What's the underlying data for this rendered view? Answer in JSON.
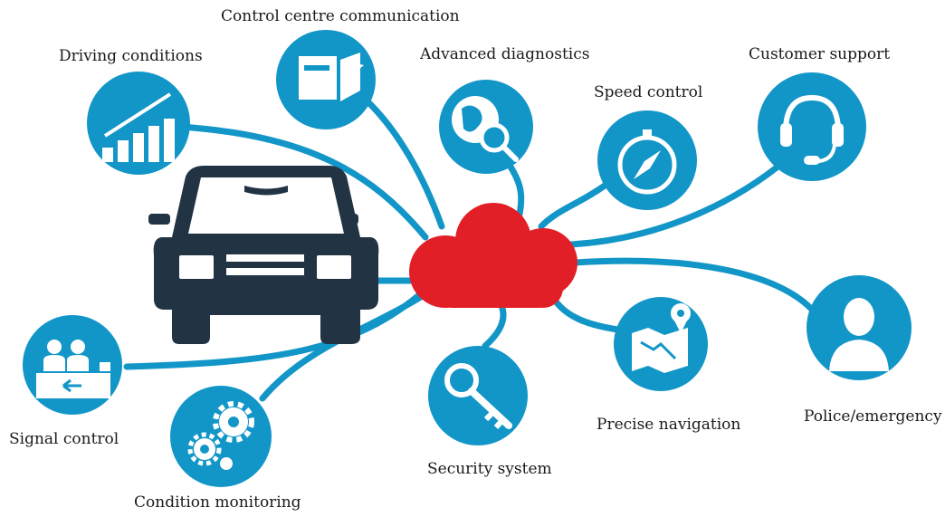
{
  "colors": {
    "accent": "#1296c8",
    "icon_white": "#ffffff",
    "cloud": "#e21f26",
    "car": "#223344",
    "text": "#1a1a1a"
  },
  "hub": {
    "icon": "cloud-icon"
  },
  "car": {
    "icon": "car-icon"
  },
  "nodes": [
    {
      "id": "control-centre-communication",
      "label": "Control centre communication",
      "icon": "package-box-icon"
    },
    {
      "id": "driving-conditions",
      "label": "Driving conditions",
      "icon": "bar-chart-icon"
    },
    {
      "id": "advanced-diagnostics",
      "label": "Advanced diagnostics",
      "icon": "globe-magnifier-icon"
    },
    {
      "id": "speed-control",
      "label": "Speed control",
      "icon": "compass-icon"
    },
    {
      "id": "customer-support",
      "label": "Customer support",
      "icon": "headset-icon"
    },
    {
      "id": "police-emergency",
      "label": "Police/emergency",
      "icon": "person-icon"
    },
    {
      "id": "precise-navigation",
      "label": "Precise navigation",
      "icon": "map-pin-icon"
    },
    {
      "id": "security-system",
      "label": "Security system",
      "icon": "key-icon"
    },
    {
      "id": "condition-monitoring",
      "label": "Condition monitoring",
      "icon": "gears-icon"
    },
    {
      "id": "signal-control",
      "label": "Signal control",
      "icon": "people-arrow-icon"
    }
  ]
}
